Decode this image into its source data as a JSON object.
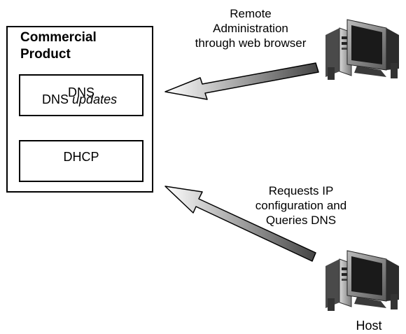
{
  "product": {
    "title_line1": "Commercial",
    "title_line2": "Product",
    "dns_label": "DNS",
    "dhcp_label": "DHCP",
    "updates_prefix": "DNS",
    "updates_italic": "updates"
  },
  "remote": {
    "line1": "Remote",
    "line2": "Administration",
    "line3": "through web browser"
  },
  "requests": {
    "line1": "Requests IP",
    "line2": "configuration and",
    "line3": "Queries DNS"
  },
  "host_label": "Host",
  "icons": {
    "admin_computer": "desktop-computer-icon",
    "host_computer": "desktop-computer-icon"
  }
}
